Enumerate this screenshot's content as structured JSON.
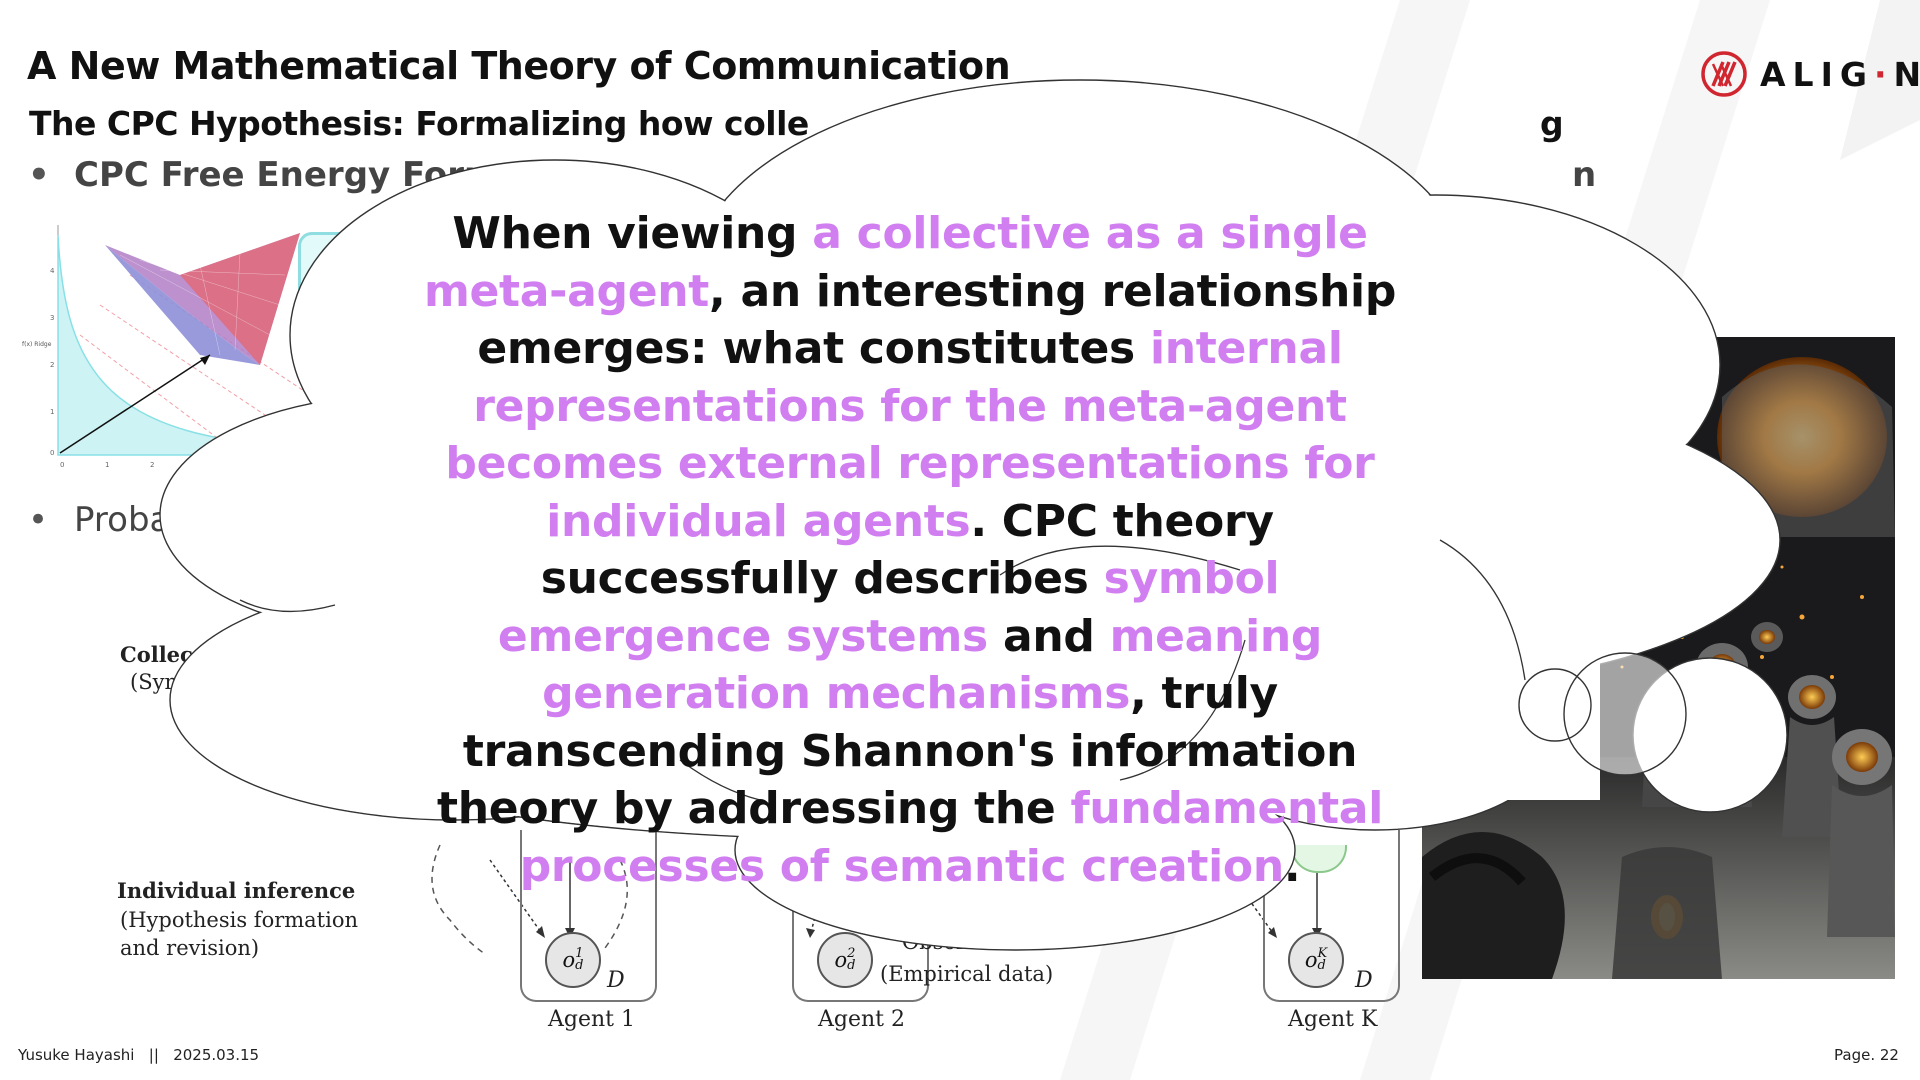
{
  "slide": {
    "title": "A New Mathematical Theory of Communication",
    "subtitle_visible": "The CPC Hypothesis: Formalizing how colle",
    "subtitle_tail": "g",
    "bullets": [
      {
        "visible": "CPC Free Energy Form",
        "tail": "n"
      },
      {
        "visible": "Proba"
      }
    ]
  },
  "logo": {
    "text_main": "ALIG",
    "text_accent": "·",
    "text_end": "N"
  },
  "diagram": {
    "labels": {
      "collective": "Collec",
      "collective_sub": "(Symb",
      "individual": "Individual inference",
      "individual_sub1": "(Hypothesis formation",
      "individual_sub2": "and revision)",
      "observation": "Observation",
      "empirical": "(Empirical data)",
      "plate_letter": "D"
    },
    "agents": [
      {
        "name": "Agent 1",
        "node_sup": "1",
        "node_sub": "d"
      },
      {
        "name": "Agent 2",
        "node_sup": "2",
        "node_sub": "d"
      },
      {
        "name": "Agent K",
        "node_sup": "K",
        "node_sub": "d"
      }
    ],
    "node_base": "o"
  },
  "plot": {
    "axis_label": "f(x) Ridge",
    "y_ticks": [
      "4",
      "3",
      "2",
      "1",
      "0"
    ],
    "x_ticks": [
      "0",
      "1",
      "2"
    ]
  },
  "cloud": {
    "segments": [
      {
        "t": "When viewing ",
        "hl": false
      },
      {
        "t": "a collective as a single meta-agent",
        "hl": true
      },
      {
        "t": ", an interesting relationship emerges: what constitutes ",
        "hl": false
      },
      {
        "t": "internal representations for the meta-agent becomes external representations for individual agents",
        "hl": true
      },
      {
        "t": ". CPC theory successfully describes ",
        "hl": false
      },
      {
        "t": "symbol emergence systems",
        "hl": true
      },
      {
        "t": " and ",
        "hl": false
      },
      {
        "t": "meaning generation mechanisms",
        "hl": true
      },
      {
        "t": ", truly transcending Shannon's information theory by addressing the ",
        "hl": false
      },
      {
        "t": "fundamental processes of semantic creation",
        "hl": true
      },
      {
        "t": ".",
        "hl": false
      }
    ]
  },
  "footer": {
    "author": "Yusuke Hayashi",
    "separator": "||",
    "date": "2025.03.15",
    "page": "Page. 22"
  },
  "colors": {
    "highlight": "#d07ef0",
    "logo_red": "#d02630",
    "photo_glow": "#f49a2a"
  }
}
